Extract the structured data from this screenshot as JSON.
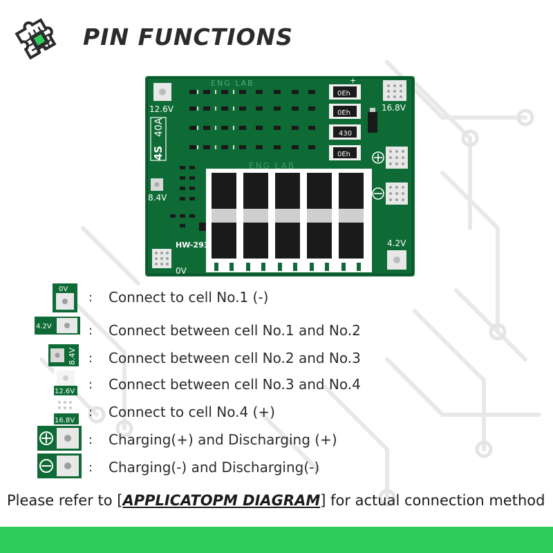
{
  "header": {
    "title": "PIN FUNCTIONS"
  },
  "board": {
    "watermark_top": "ENG LAB",
    "watermark_mid": "ENG LAB",
    "model": "HW-293",
    "rating_cells": "4S",
    "rating_current": "40A",
    "labels": {
      "v12_6": "12.6V",
      "v8_4": "8.4V",
      "v0": "0V",
      "v16_8": "16.8V",
      "v4_2": "4.2V",
      "plus": "+",
      "r1": "0Eh",
      "r2": "0Eh",
      "r3": "430",
      "r4": "0Eh"
    }
  },
  "legend": [
    {
      "icon_label": "0V",
      "colon": ":",
      "text": "Connect to cell No.1 (-)"
    },
    {
      "icon_label": "4.2V",
      "colon": ":",
      "text": "Connect between cell No.1 and No.2"
    },
    {
      "icon_label": "8.4V",
      "colon": ":",
      "text": "Connect between cell No.2 and No.3"
    },
    {
      "icon_label": "12.6V",
      "colon": ":",
      "text": "Connect between cell No.3 and No.4"
    },
    {
      "icon_label": "16.8V",
      "colon": ":",
      "text": "Connect to cell No.4 (+)"
    },
    {
      "icon_label": "+",
      "colon": ":",
      "text": "Charging(+) and Discharging (+)"
    },
    {
      "icon_label": "-",
      "colon": ":",
      "text": "Charging(-) and Discharging(-)"
    }
  ],
  "footer": {
    "prefix": "Please refer to [",
    "diagram": "APPLICATOPM DIAGRAM",
    "suffix": "] for actual connection method"
  },
  "colors": {
    "pcb": "#0f6b36",
    "pcb_dark": "#0a5129",
    "accent_bar": "#2ecc5a"
  }
}
